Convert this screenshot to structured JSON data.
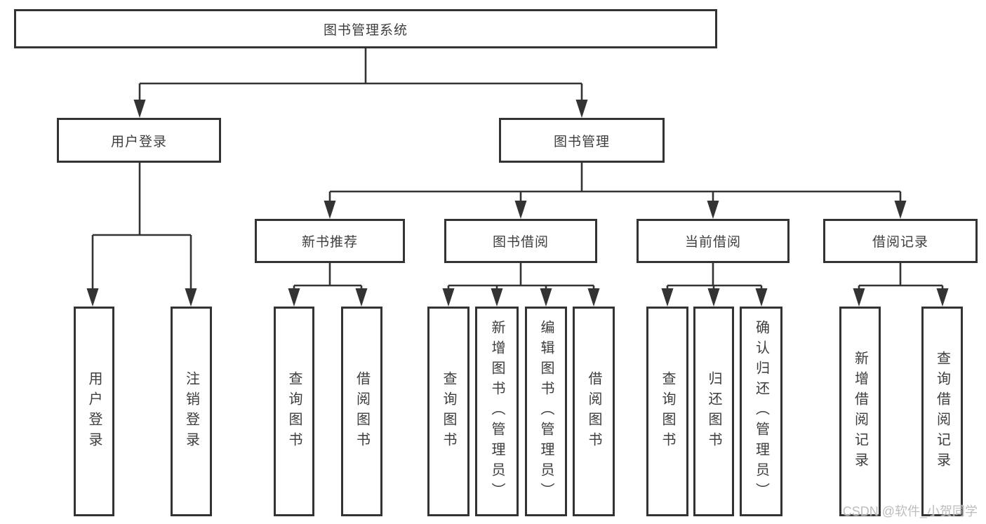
{
  "tree": {
    "root": {
      "label": "图书管理系统"
    },
    "branches": [
      {
        "label": "用户登录",
        "children": [
          {
            "label": "用户登录"
          },
          {
            "label": "注销登录"
          }
        ]
      },
      {
        "label": "图书管理",
        "children": [
          {
            "label": "新书推荐",
            "children": [
              {
                "label": "查询图书"
              },
              {
                "label": "借阅图书"
              }
            ]
          },
          {
            "label": "图书借阅",
            "children": [
              {
                "label": "查询图书"
              },
              {
                "label": "新增图书（管理员）"
              },
              {
                "label": "编辑图书（管理员）"
              },
              {
                "label": "借阅图书"
              }
            ]
          },
          {
            "label": "当前借阅",
            "children": [
              {
                "label": "查询图书"
              },
              {
                "label": "归还图书"
              },
              {
                "label": "确认归还（管理员）"
              }
            ]
          },
          {
            "label": "借阅记录",
            "children": [
              {
                "label": "新增借阅记录"
              },
              {
                "label": "查询借阅记录"
              }
            ]
          }
        ]
      }
    ]
  },
  "watermark": "CSDN @软件_小贺同学"
}
